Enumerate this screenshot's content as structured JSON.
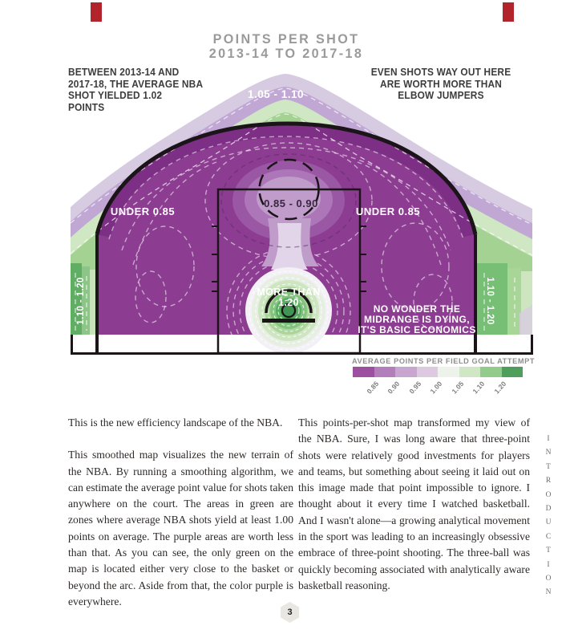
{
  "page": {
    "title_line1": "POINTS PER SHOT",
    "title_line2": "2013-14 TO 2017-18",
    "annotation_left_lines": [
      "BETWEEN 2013-14 AND",
      "2017-18, THE AVERAGE NBA",
      "SHOT YIELDED 1.02",
      "POINTS"
    ],
    "annotation_right_lines": [
      "EVEN SHOTS WAY OUT HERE",
      "ARE WORTH MORE THAN",
      "ELBOW JUMPERS"
    ],
    "chapter_vertical_text": "INTRODUCTION",
    "page_number": "3"
  },
  "chart_data": {
    "type": "heatmap",
    "title": "POINTS PER SHOT",
    "subtitle": "2013-14 TO 2017-18",
    "legend_title": "AVERAGE POINTS PER FIELD GOAL ATTEMPT",
    "legend_ticks": [
      "0.85",
      "0.90",
      "0.95",
      "1.00",
      "1.05",
      "1.10",
      "1.20"
    ],
    "legend_colors": [
      "#9d50a0",
      "#b27fbb",
      "#c8a6d0",
      "#ddc9e2",
      "#edf2ea",
      "#cfe7c3",
      "#93cb8b",
      "#509e5e"
    ],
    "zones": [
      {
        "label": "UNDER 0.85",
        "area": "left midrange"
      },
      {
        "label": "UNDER 0.85",
        "area": "right midrange"
      },
      {
        "label": "0.85 - 0.90",
        "area": "free-throw / paint"
      },
      {
        "label": "1.05 - 1.10",
        "area": "beyond the three-point arc"
      },
      {
        "label": "1.10 - 1.20",
        "area": "left corner three"
      },
      {
        "label": "1.10 - 1.20",
        "area": "right corner three"
      },
      {
        "label": "MORE THAN 1.20",
        "area": "at the rim"
      }
    ],
    "map_quote_lines": [
      "NO WONDER THE",
      "MIDRANGE IS DYING,",
      "IT'S BASIC ECONOMICS"
    ]
  },
  "map_labels": {
    "band_high": "1.05 - 1.10",
    "under_left": "UNDER 0.85",
    "under_right": "UNDER 0.85",
    "paint": "0.85 - 0.90",
    "rim_line1": "MORE THAN",
    "rim_line2": "1.20",
    "corner_left": "1.10 - 1.20",
    "corner_right": "1.10 - 1.20",
    "quote_line1": "NO WONDER THE",
    "quote_line2": "MIDRANGE IS DYING,",
    "quote_line3": "IT'S BASIC ECONOMICS"
  },
  "legend": {
    "title": "AVERAGE POINTS PER FIELD GOAL ATTEMPT"
  },
  "body": {
    "col1_p1": "This is the new efficiency landscape of the NBA.",
    "col1_p2": "This smoothed map visualizes the new terrain of the NBA. By running a smoothing algorithm, we can estimate the average point value for shots taken anywhere on the court. The areas in green are zones where average NBA shots yield at least 1.00 points on average. The purple areas are worth less than that. As you can see, the only green on the map is located either very close to the basket or beyond the arc. Aside from that, the color purple is everywhere.",
    "col2_p1": "This points-per-shot map transformed my view of the NBA. Sure, I was long aware that three-point shots were relatively good investments for players and teams, but something about seeing it laid out on this image made that point impossible to ignore. I thought about it every time I watched basketball. And I wasn't alone—a growing analytical movement in the sport was leading to an increasingly obsessive embrace of three-point shooting. The three-ball was quickly becoming associated with analytically aware basketball reasoning."
  },
  "colors": {
    "purple_main": "#8c3c91",
    "purple_dark": "#7c2f84",
    "green_band": "#a3d293",
    "green_dark": "#5fae63",
    "lavender": "#c1a8d4",
    "accent_red": "#b2242b",
    "title_gray": "#9a9a9a"
  }
}
